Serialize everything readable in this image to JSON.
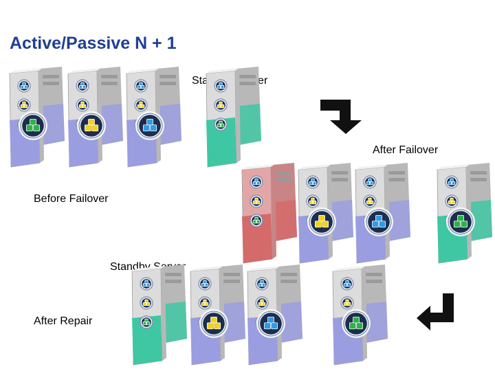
{
  "slide": {
    "title": "Active/Passive N + 1",
    "labels": {
      "standby_top": "Standby Server",
      "after_failover": "After Failover",
      "before_failover": "Before Failover",
      "standby_bottom": "Standby Server",
      "after_repair": "After Repair"
    }
  },
  "colors": {
    "title": "#1f3f93",
    "active_server": "#9a9ee0",
    "standby_server": "#3fc7a3",
    "failed_server": "#d46a6a",
    "cluster_blue": "#2f9be6",
    "cluster_yellow": "#f2d21b",
    "cluster_green": "#2bb24a"
  },
  "servers": {
    "before": [
      {
        "role": "active",
        "large": "green"
      },
      {
        "role": "active",
        "large": "yellow"
      },
      {
        "role": "active",
        "large": "blue"
      },
      {
        "role": "standby",
        "large": "none"
      }
    ],
    "after_failover": [
      {
        "role": "failed",
        "large": "none"
      },
      {
        "role": "active",
        "large": "yellow"
      },
      {
        "role": "active",
        "large": "blue"
      },
      {
        "role": "standby",
        "large": "green"
      }
    ],
    "after_repair": [
      {
        "role": "standby",
        "large": "none"
      },
      {
        "role": "active",
        "large": "yellow"
      },
      {
        "role": "active",
        "large": "blue"
      },
      {
        "role": "active",
        "large": "green"
      }
    ]
  }
}
